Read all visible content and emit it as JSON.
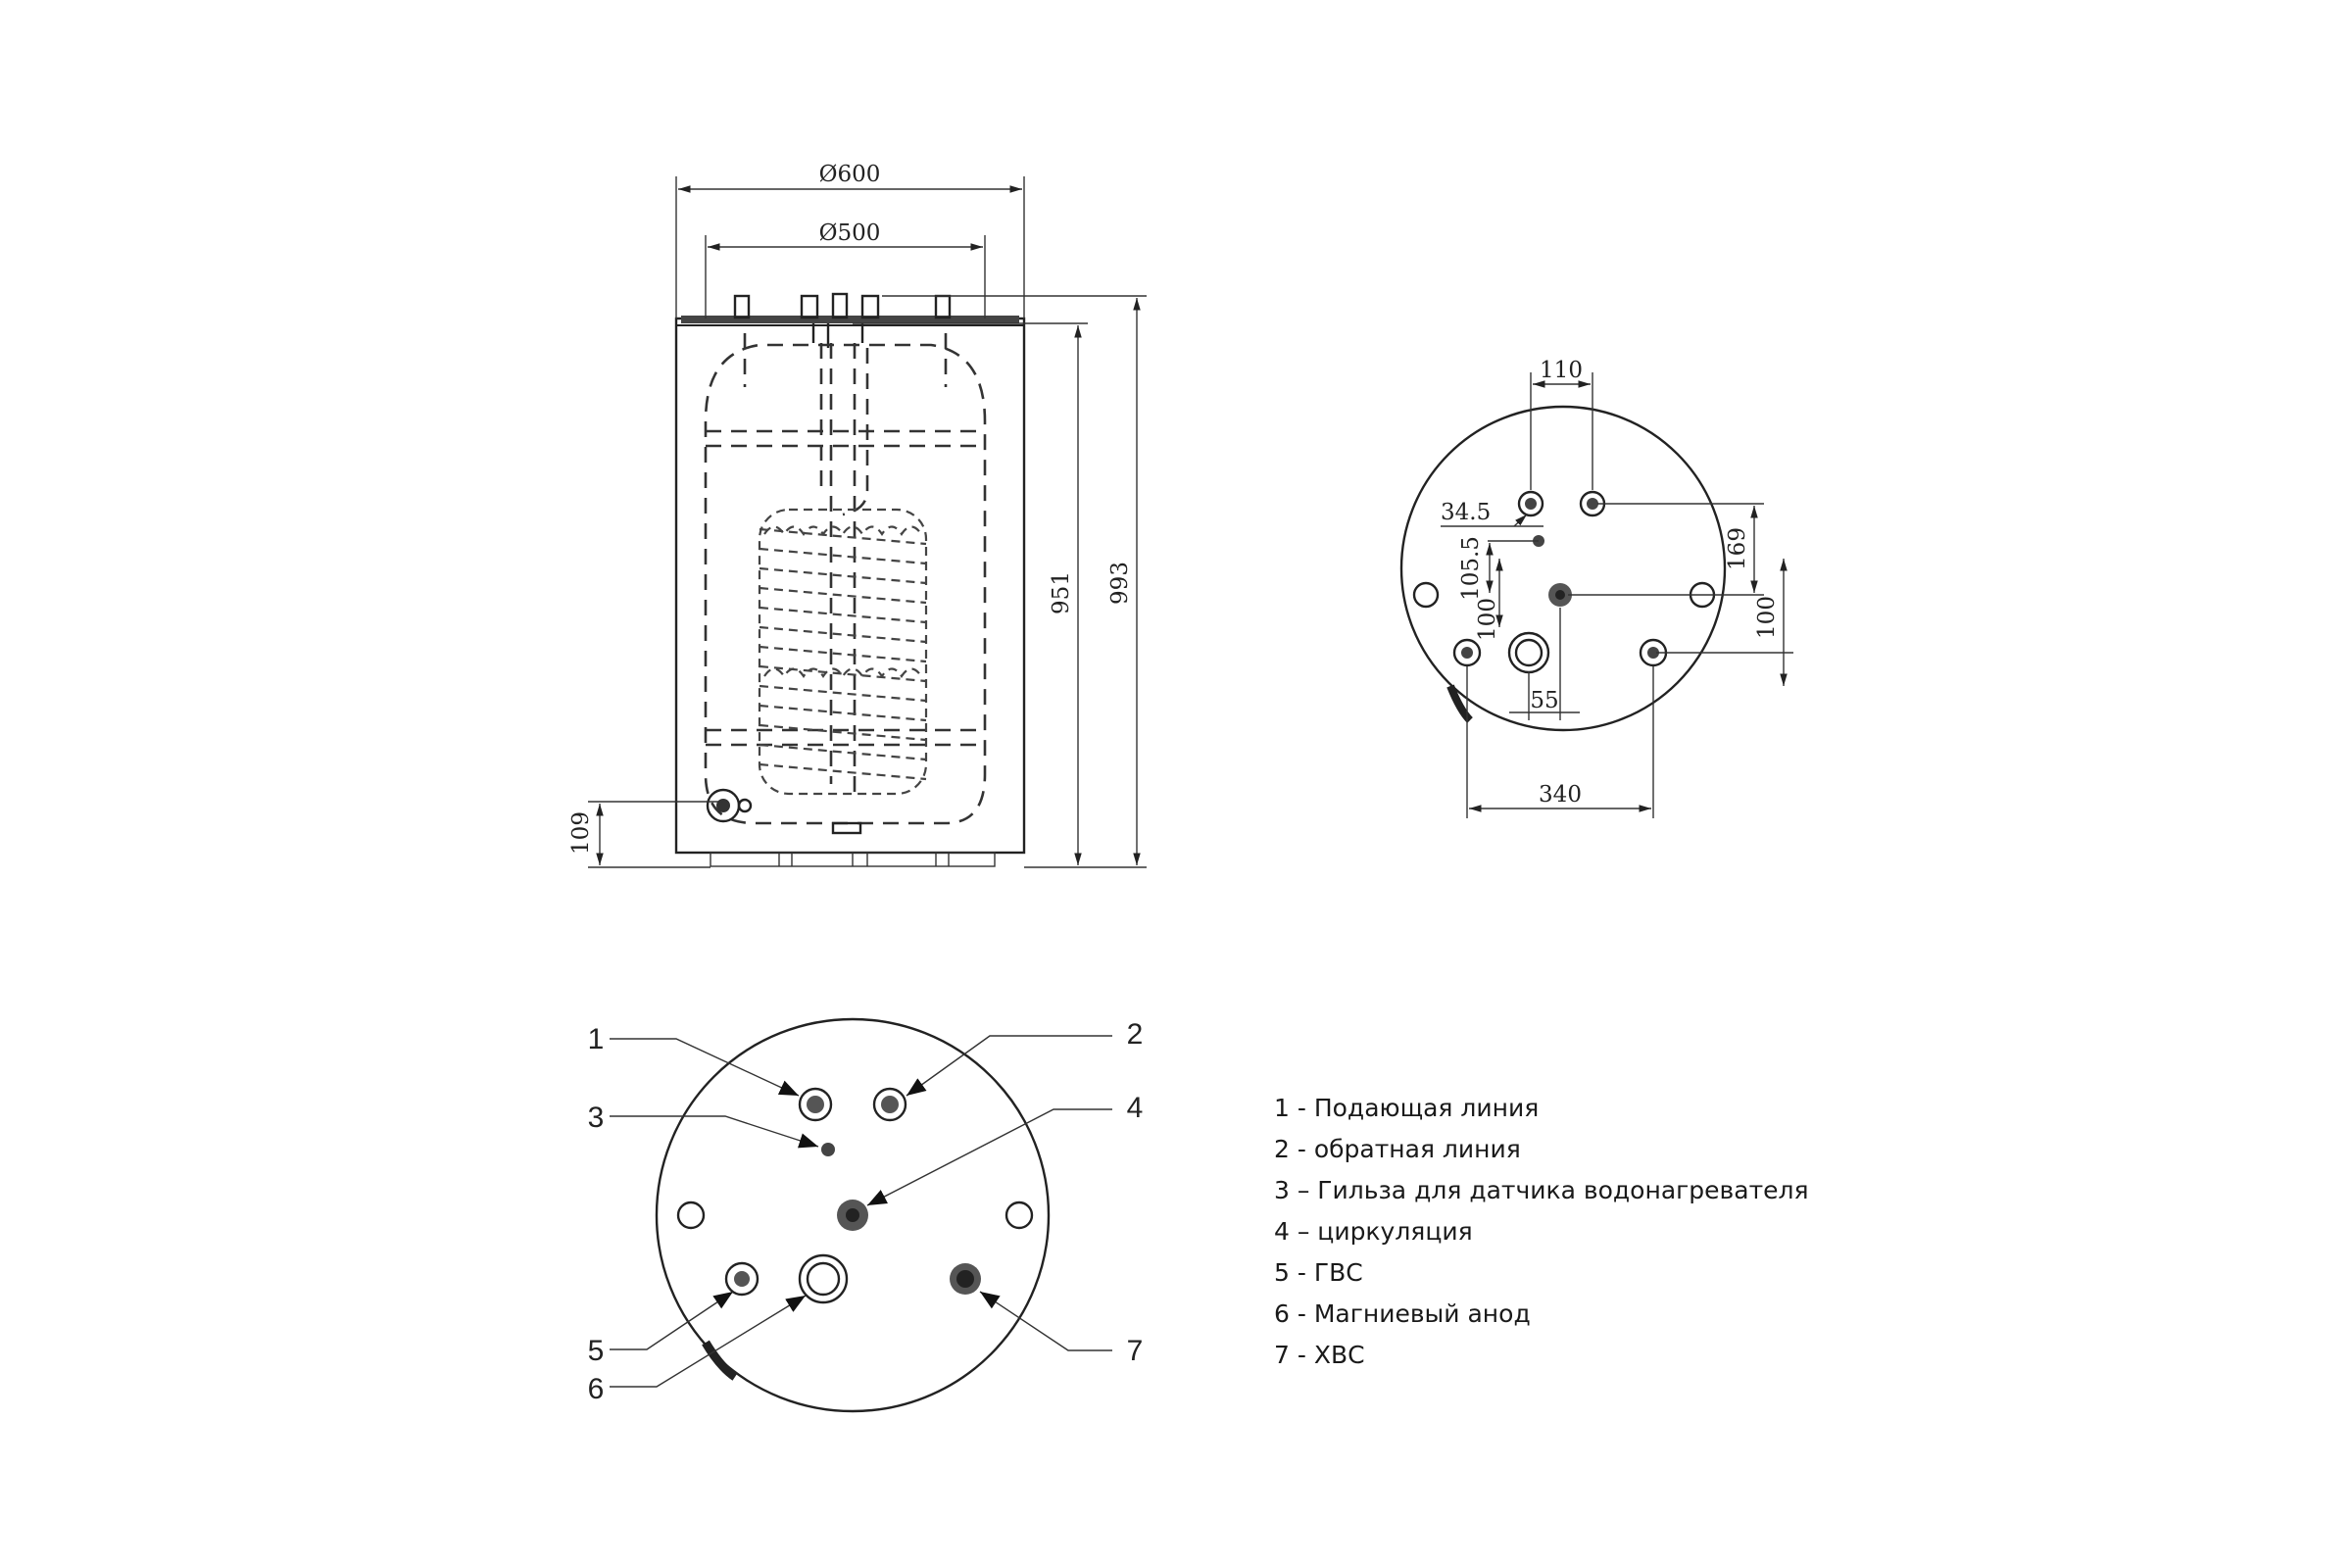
{
  "side_view": {
    "dim_outer_diameter": "Ø600",
    "dim_inner_diameter": "Ø500",
    "dim_height_inner": "951",
    "dim_height_total": "993",
    "dim_outlet_height": "109"
  },
  "top_view_dims": {
    "dim_110": "110",
    "dim_34_5": "34.5",
    "dim_105_5": "105.5",
    "dim_100_left": "100",
    "dim_169": "169",
    "dim_100_right": "100",
    "dim_55": "55",
    "dim_340": "340"
  },
  "callouts": [
    "1",
    "2",
    "3",
    "4",
    "5",
    "6",
    "7"
  ],
  "legend": [
    "1 - Подающая линия",
    "2 - обратная линия",
    "3 – Гильза для датчика водонагревателя",
    "4 – циркуляция",
    "5 - ГВС",
    "6 - Магниевый анод",
    "7 - ХВС"
  ]
}
